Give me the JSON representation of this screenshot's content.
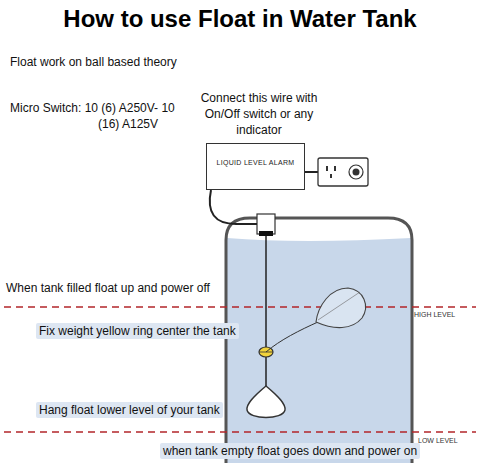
{
  "diagram": {
    "title": "How to use Float in Water Tank",
    "nodes": [
      {
        "text": [
          "LIQUID LEVEL ALARM"
        ]
      }
    ],
    "labels": [
      "Float work on ball based theory",
      "Micro Switch: 10 (6) A250V- 10 (16) A125V",
      "Connect this wire with On/Off switch or any indicator",
      "When tank filled float up and power off",
      "HIGH LEVEL",
      "Fix weight yellow ring center the tank",
      "Hang float lower level of your tank",
      "LOW LEVEL",
      "when tank empty float goes down and power on"
    ]
  }
}
